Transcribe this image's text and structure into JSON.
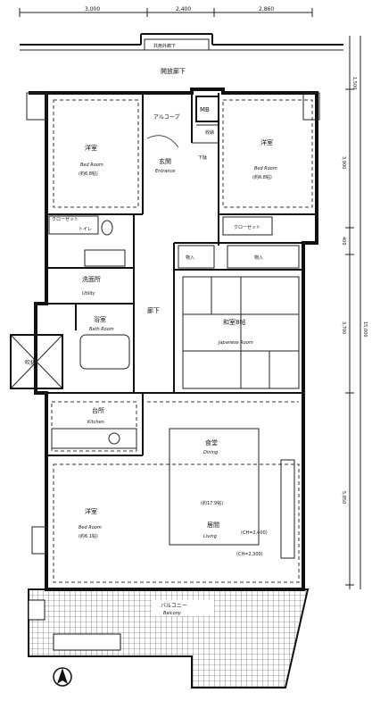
{
  "dimensions": {
    "top_1": "3,000",
    "top_2": "2,400",
    "top_3": "2,860",
    "right_1": "1,500",
    "right_2": "3,900",
    "right_3": "400",
    "right_4": "3,700",
    "right_5": "5,850",
    "right_total": "15,000"
  },
  "labels": {
    "outer_corridor": "共用外廊下",
    "open_corridor": "開放廊下",
    "alcove": "アルコーブ",
    "mb": "MB",
    "entrance_jp": "玄関",
    "entrance_en": "Entrance",
    "bedroom_left_jp": "洋室",
    "bedroom_left_en": "Bed Room",
    "bedroom_left_size": "(約6.8帖)",
    "bedroom_right_jp": "洋室",
    "bedroom_right_en": "Bed Room",
    "bedroom_right_size": "(約6.8帖)",
    "closet_left": "クローゼット",
    "closet_right": "クローゼット",
    "shoes": "下駄",
    "storage": "物入",
    "storage2": "物入",
    "closet_small": "收納",
    "washroom_jp": "洗面所",
    "washroom_en": "Utility",
    "toilet": "トイレ",
    "bath_jp": "浴室",
    "bath_en": "Bath Room",
    "hallway": "廊下",
    "japanese_jp": "和室8帖",
    "japanese_en": "Japanese Room",
    "shaft": "吹抜",
    "kitchen_jp": "台所",
    "kitchen_en": "Kitchen",
    "dining_jp": "食堂",
    "dining_en": "Dining",
    "living_size": "(約17.9帖)",
    "living_jp": "居間",
    "living_en": "Living",
    "ch1": "(CH=2,400)",
    "ch2": "(CH=2,300)",
    "bedroom_bottom_jp": "洋室",
    "bedroom_bottom_en": "Bed Room",
    "bedroom_bottom_size": "(約6.1帖)",
    "balcony_jp": "バルコニー",
    "balcony_en": "Balcony"
  }
}
